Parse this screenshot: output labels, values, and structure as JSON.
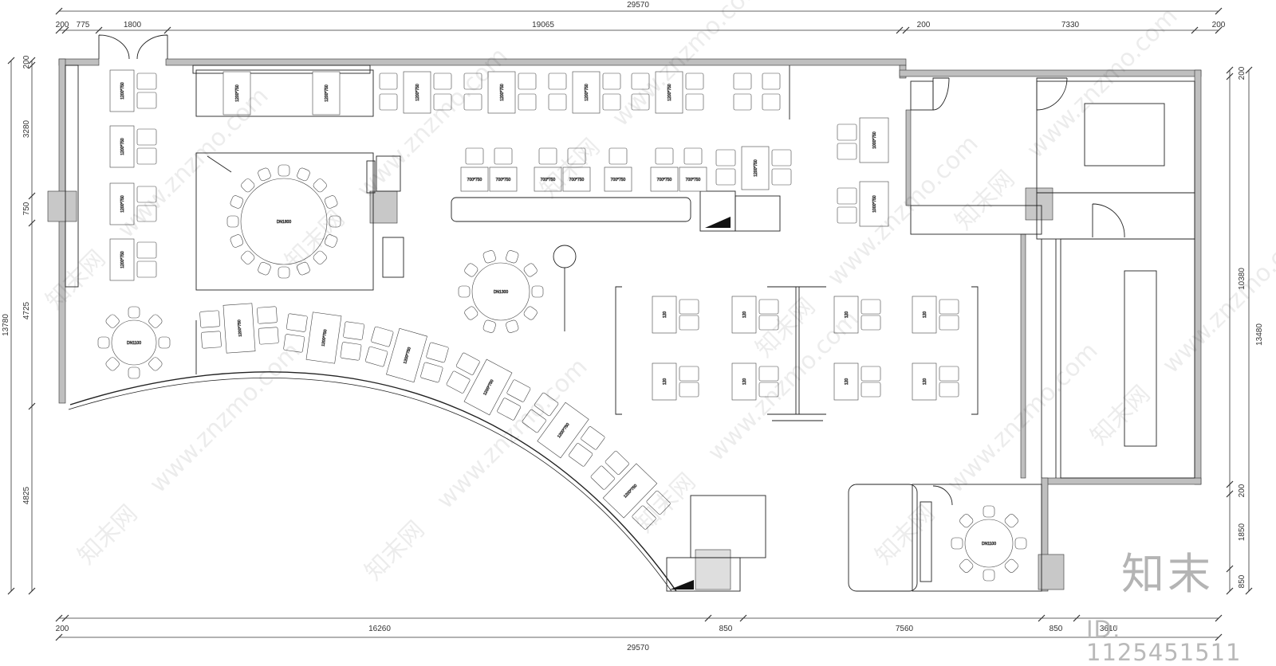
{
  "dimensions": {
    "top": {
      "total": "29570",
      "segments": [
        "200",
        "775",
        "1800",
        "19065",
        "200",
        "7330",
        "200"
      ]
    },
    "bottom": {
      "total": "29570",
      "segments": [
        "200",
        "16260",
        "850",
        "7560",
        "850",
        "3610"
      ]
    },
    "left": {
      "total": "13780",
      "segments": [
        "200",
        "3280",
        "750",
        "4725",
        "4825"
      ]
    },
    "right": {
      "total": "13480",
      "segments": [
        "200",
        "10380",
        "200",
        "1850",
        "850"
      ]
    }
  },
  "table_labels": {
    "rect_1200": "1200*750",
    "rect_700": "700*750",
    "rect_1000": "1000*750",
    "rect_120": "120",
    "round_dn1800": "DN1800",
    "round_dn1300": "DN1300",
    "round_dn1100": "DN1100"
  },
  "watermark": {
    "site": "www.znzmo.com",
    "logo": "知末网",
    "brand": "知末",
    "id": "ID: 1125451511"
  },
  "colors": {
    "wall": "#bfbfbf",
    "line": "#222222",
    "column": "#c8c8c8",
    "background": "#ffffff"
  }
}
